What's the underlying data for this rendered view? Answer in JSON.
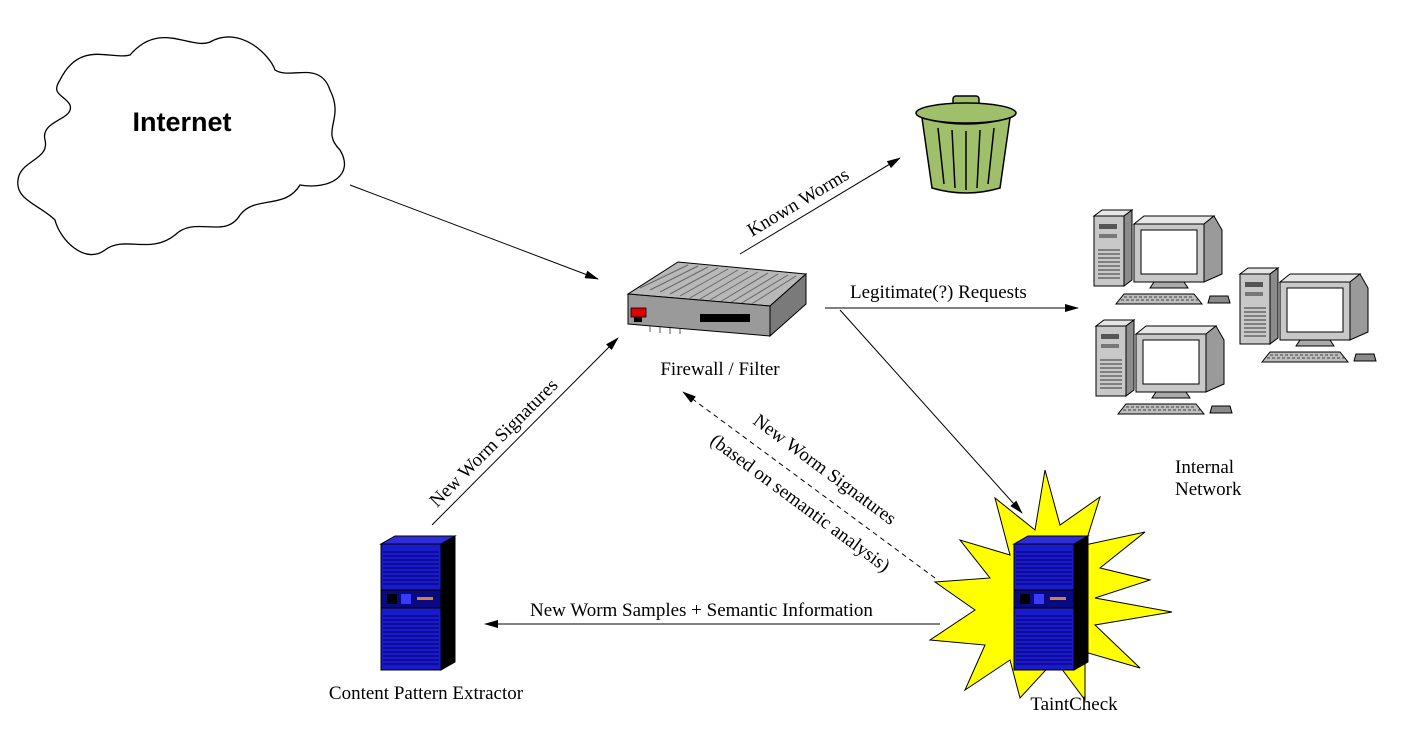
{
  "nodes": {
    "internet": {
      "label": "Internet"
    },
    "firewall": {
      "label": "Firewall / Filter"
    },
    "internal_network": {
      "label_line1": "Internal",
      "label_line2": "Network"
    },
    "taintcheck": {
      "label": "TaintCheck"
    },
    "content_pattern_extractor": {
      "label": "Content Pattern Extractor"
    }
  },
  "edges": {
    "known_worms": {
      "label": "Known Worms"
    },
    "legitimate_requests": {
      "label": "Legitimate(?) Requests"
    },
    "new_worm_signatures": {
      "label": "New Worm Signatures"
    },
    "semantic_signatures": {
      "label_line1": "New Worm Signatures",
      "label_line2": "(based on semantic analysis)"
    },
    "worm_samples": {
      "label": "New Worm Samples + Semantic Information"
    }
  },
  "colors": {
    "trash_can": "#9fbf6a",
    "server_blue": "#1a1acc",
    "burst_yellow": "#ffff00",
    "router_red": "#e00000",
    "computer_gray": "#c8c8c8"
  }
}
